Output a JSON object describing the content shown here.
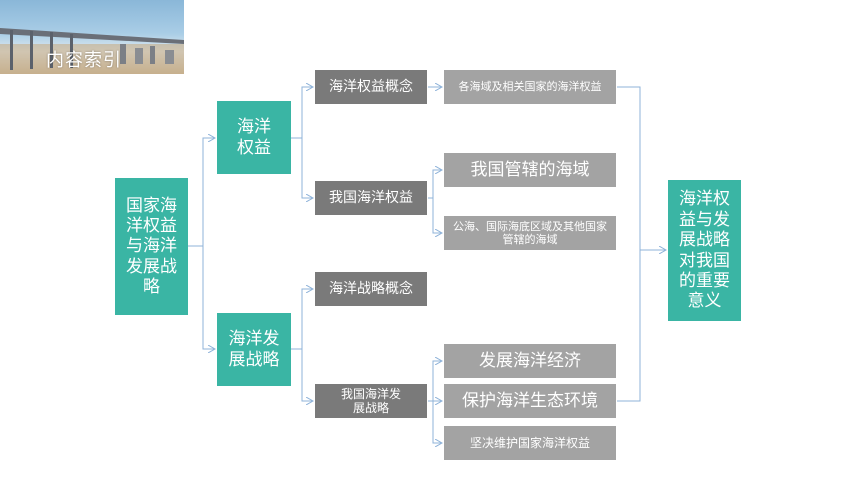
{
  "header": {
    "title": "内容索引"
  },
  "colors": {
    "teal": "#3ab5a4",
    "dark_gray": "#7a7a7a",
    "light_gray": "#a3a3a3",
    "connector": "#8fb3d9"
  },
  "diagram": {
    "root": "国家海洋权益与海洋发展战略",
    "branch_rights": "海洋权益",
    "branch_strategy": "海洋发展战略",
    "rights_concept": "海洋权益概念",
    "rights_concept_detail": "各海域及相关国家的海洋权益",
    "china_rights": "我国海洋权益",
    "china_rights_jurisdiction": "我国管辖的海域",
    "china_rights_high_seas": "公海、国际海底区域及其他国家管辖的海域",
    "strategy_concept": "海洋战略概念",
    "china_strategy": "我国海洋发展战略",
    "strategy_item_economy": "发展海洋经济",
    "strategy_item_ecology": "保护海洋生态环境",
    "strategy_item_rights": "坚决维护国家海洋权益",
    "significance": "海洋权益与发展战略对我国的重要意义"
  }
}
